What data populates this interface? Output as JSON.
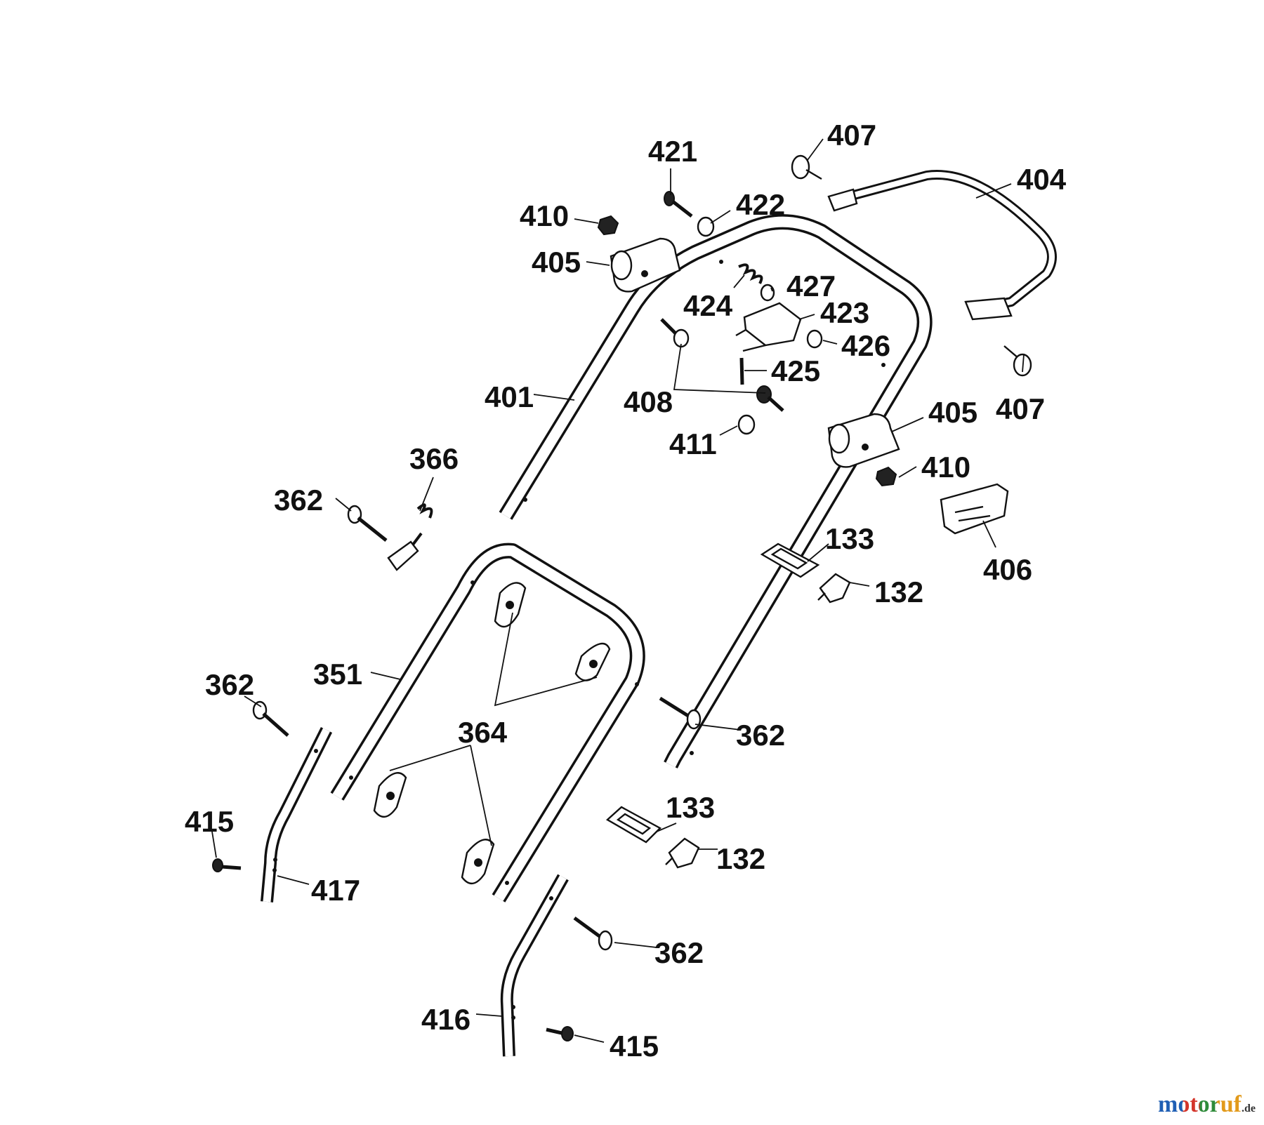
{
  "labels": {
    "p421": "421",
    "p407a": "407",
    "p404": "404",
    "p410a": "410",
    "p422": "422",
    "p405a": "405",
    "p427": "427",
    "p424": "424",
    "p423": "423",
    "p426": "426",
    "p425": "425",
    "p401": "401",
    "p408": "408",
    "p407b": "407",
    "p405b": "405",
    "p411": "411",
    "p366": "366",
    "p362a": "362",
    "p410b": "410",
    "p133a": "133",
    "p406": "406",
    "p132a": "132",
    "p351": "351",
    "p362b": "362",
    "p364": "364",
    "p362c": "362",
    "p133b": "133",
    "p415a": "415",
    "p132b": "132",
    "p417": "417",
    "p362d": "362",
    "p416": "416",
    "p415b": "415"
  },
  "watermark": {
    "brand": "motoruf",
    "domain": ".de"
  },
  "colors": {
    "ink": "#111111",
    "background": "#ffffff",
    "watermark_m": "#1f5fb4",
    "watermark_o": "#d4352b"
  }
}
